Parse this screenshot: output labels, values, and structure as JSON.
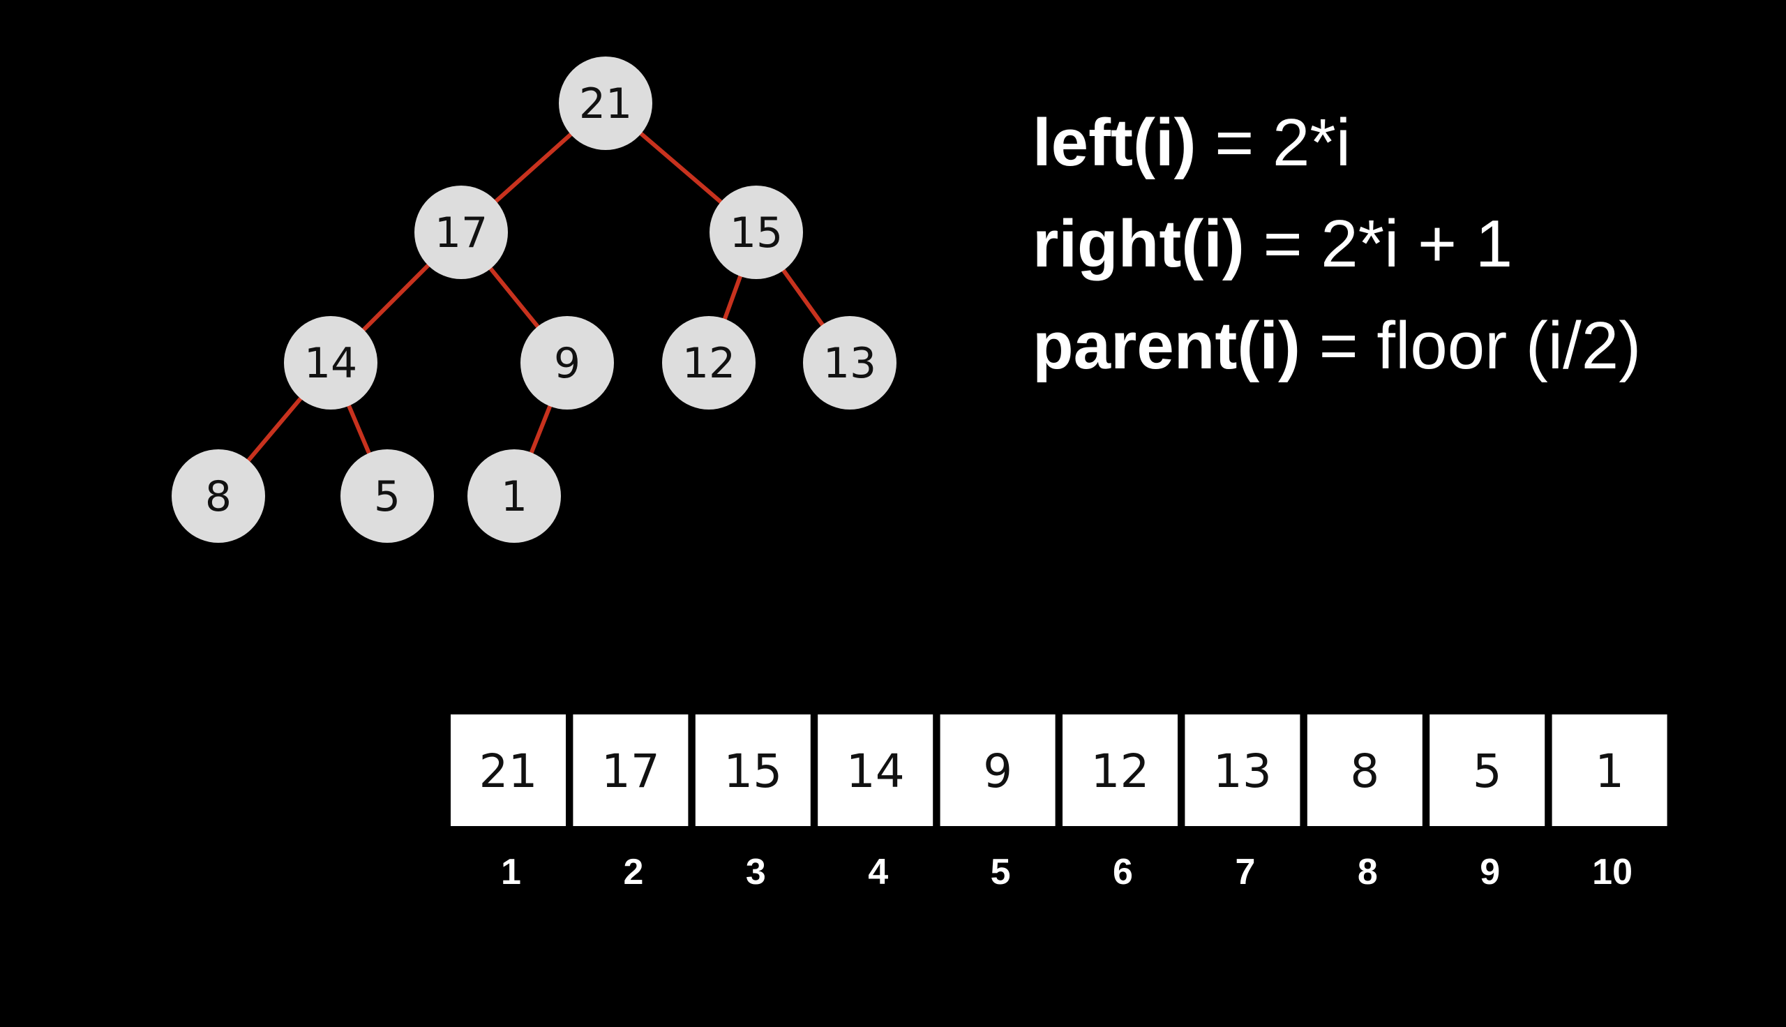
{
  "colors": {
    "background": "#000000",
    "node_fill": "#dddddd",
    "edge": "#c8321e",
    "cell_fill": "#ffffff",
    "text_dark": "#111111",
    "text_light": "#ffffff"
  },
  "tree": {
    "nodes": [
      {
        "id": 1,
        "value": "21"
      },
      {
        "id": 2,
        "value": "17"
      },
      {
        "id": 3,
        "value": "15"
      },
      {
        "id": 4,
        "value": "14"
      },
      {
        "id": 5,
        "value": "9"
      },
      {
        "id": 6,
        "value": "12"
      },
      {
        "id": 7,
        "value": "13"
      },
      {
        "id": 8,
        "value": "8"
      },
      {
        "id": 9,
        "value": "5"
      },
      {
        "id": 10,
        "value": "1"
      }
    ],
    "edges": [
      [
        1,
        2
      ],
      [
        1,
        3
      ],
      [
        2,
        4
      ],
      [
        2,
        5
      ],
      [
        3,
        6
      ],
      [
        3,
        7
      ],
      [
        4,
        8
      ],
      [
        4,
        9
      ],
      [
        5,
        10
      ]
    ]
  },
  "formulas": [
    {
      "fn": "left(i)",
      "rest": " = 2*i"
    },
    {
      "fn": "right(i)",
      "rest": " = 2*i + 1"
    },
    {
      "fn": "parent(i)",
      "rest": " = floor (i/2)"
    }
  ],
  "array": {
    "cells": [
      "21",
      "17",
      "15",
      "14",
      "9",
      "12",
      "13",
      "8",
      "5",
      "1"
    ],
    "indices": [
      "1",
      "2",
      "3",
      "4",
      "5",
      "6",
      "7",
      "8",
      "9",
      "10"
    ]
  }
}
